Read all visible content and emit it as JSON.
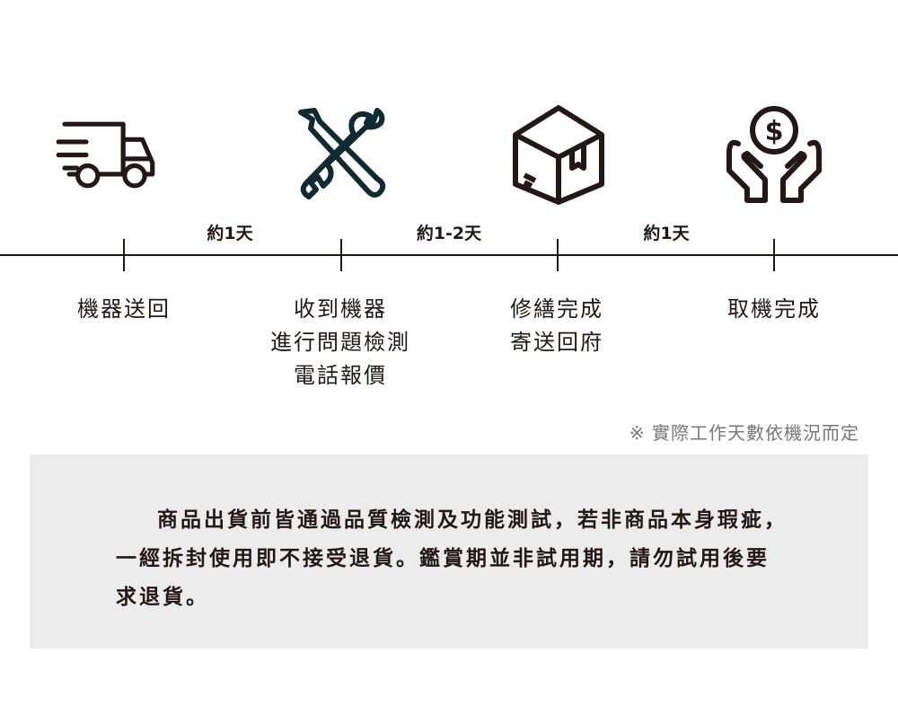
{
  "timeline": {
    "durations": [
      "約1天",
      "約1-2天",
      "約1天"
    ],
    "steps": [
      {
        "lines": [
          "機器送回"
        ]
      },
      {
        "lines": [
          "收到機器",
          "進行問題檢測",
          "電話報價"
        ]
      },
      {
        "lines": [
          "修繕完成",
          "寄送回府"
        ]
      },
      {
        "lines": [
          "取機完成"
        ]
      }
    ]
  },
  "note": "※ 實際工作天數依機況而定",
  "policy": "商品出貨前皆通過品質檢測及功能測試，若非商品本身瑕疵，一經拆封使用即不接受退貨。鑑賞期並非試用期，請勿試用後要求退貨。",
  "colors": {
    "ink": "#231815",
    "tools": "#0f2a30",
    "panel": "#ececec"
  }
}
